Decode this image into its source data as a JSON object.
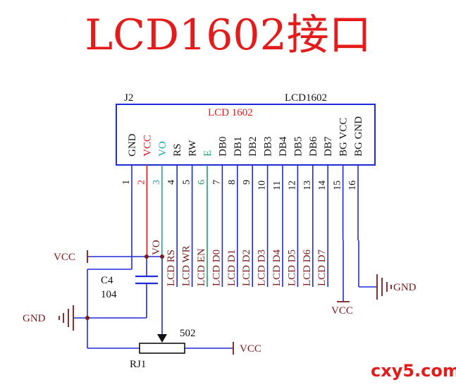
{
  "title": "LCD1602接口",
  "watermark": "cxy5.com",
  "colors": {
    "title": "#e31b1b",
    "wire": "#1f2bd6",
    "wire_red": "#e31b1b",
    "wire_cyan": "#1aa6b8",
    "wire_green": "#1e9e6a",
    "outline": "#1f2bd6",
    "label": "#7a1a1a"
  },
  "connector": {
    "designator": "J2",
    "part_value": "LCD1602",
    "inner_label": "LCD 1602",
    "pins": [
      {
        "num": "1",
        "name": "GND",
        "net": "",
        "color": "label"
      },
      {
        "num": "2",
        "name": "VCC",
        "net": "",
        "color": "wire_red"
      },
      {
        "num": "3",
        "name": "VO",
        "net": "VO",
        "color": "wire_cyan"
      },
      {
        "num": "4",
        "name": "RS",
        "net": "LCD RS",
        "color": "label"
      },
      {
        "num": "5",
        "name": "RW",
        "net": "LCD WR",
        "color": "label"
      },
      {
        "num": "6",
        "name": "E",
        "net": "LCD EN",
        "color": "wire_green"
      },
      {
        "num": "7",
        "name": "DB0",
        "net": "LCD D0",
        "color": "label"
      },
      {
        "num": "8",
        "name": "DB1",
        "net": "LCD D1",
        "color": "label"
      },
      {
        "num": "9",
        "name": "DB2",
        "net": "LCD D2",
        "color": "label"
      },
      {
        "num": "10",
        "name": "DB3",
        "net": "LCD D3",
        "color": "label"
      },
      {
        "num": "11",
        "name": "DB4",
        "net": "LCD D4",
        "color": "label"
      },
      {
        "num": "12",
        "name": "DB5",
        "net": "LCD D5",
        "color": "label"
      },
      {
        "num": "13",
        "name": "DB6",
        "net": "LCD D6",
        "color": "label"
      },
      {
        "num": "14",
        "name": "DB7",
        "net": "LCD D7",
        "color": "label"
      },
      {
        "num": "15",
        "name": "BG VCC",
        "net": "",
        "color": "label"
      },
      {
        "num": "16",
        "name": "BG GND",
        "net": "",
        "color": "label"
      }
    ]
  },
  "power": {
    "vcc_left": "VCC",
    "gnd_left": "GND",
    "vcc_pin15": "VCC",
    "gnd_pin16": "GND",
    "vcc_pot": "VCC"
  },
  "capacitor": {
    "designator": "C4",
    "value": "104"
  },
  "potentiometer": {
    "designator": "RJ1",
    "value": "502"
  }
}
